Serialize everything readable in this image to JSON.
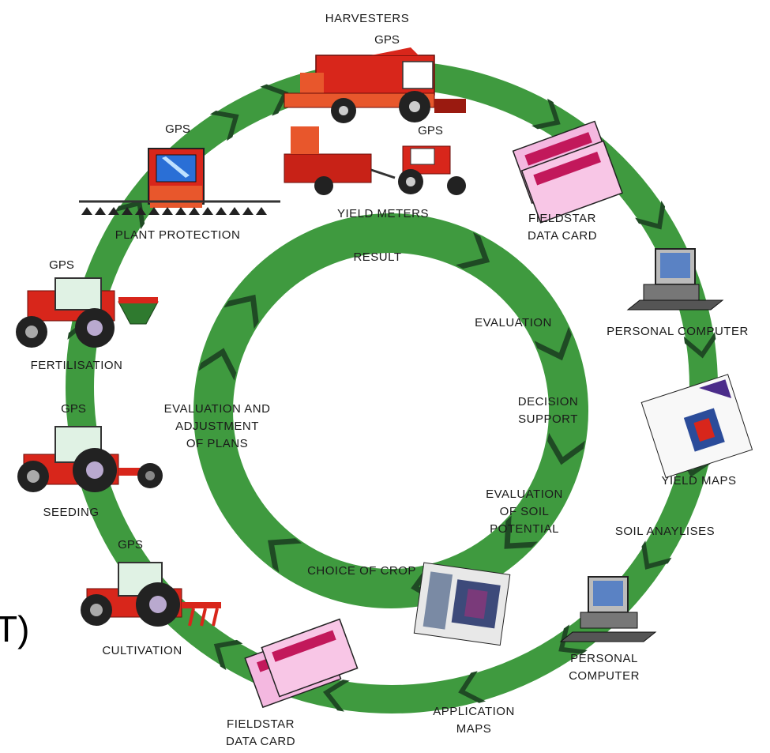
{
  "outer_cycle": {
    "labels": {
      "harvesters": "HARVESTERS",
      "yield_meters": "YIELD METERS",
      "fieldstar_top_1": "FIELDSTAR",
      "fieldstar_top_2": "DATA CARD",
      "pc_top": "PERSONAL COMPUTER",
      "yield_maps": "YIELD MAPS",
      "soil": "SOIL ANAYLISES",
      "pc_bottom_1": "PERSONAL",
      "pc_bottom_2": "COMPUTER",
      "application_1": "APPLICATION",
      "application_2": "MAPS",
      "fieldstar_bottom_1": "FIELDSTAR",
      "fieldstar_bottom_2": "DATA CARD",
      "cultivation": "CULTIVATION",
      "seeding": "SEEDING",
      "fertilisation": "FERTILISATION",
      "plant_protection": "PLANT PROTECTION"
    },
    "gps_label": "GPS"
  },
  "inner_cycle": {
    "result": "RESULT",
    "evaluation": "EVALUATION",
    "decision_1": "DECISION",
    "decision_2": "SUPPORT",
    "soil_potential_1": "EVALUATION",
    "soil_potential_2": "OF SOIL",
    "soil_potential_3": "POTENTIAL",
    "choice_of_crop": "CHOICE OF CROP",
    "plans_1": "EVALUATION AND",
    "plans_2": "ADJUSTMENT",
    "plans_3": "OF PLANS"
  },
  "edge_fragment": "T)",
  "colors": {
    "ring_green": "#3f9a3f",
    "chevron_dark": "#1f4a24",
    "machine_red": "#d8261b",
    "card_pink": "#f4b8e0"
  }
}
